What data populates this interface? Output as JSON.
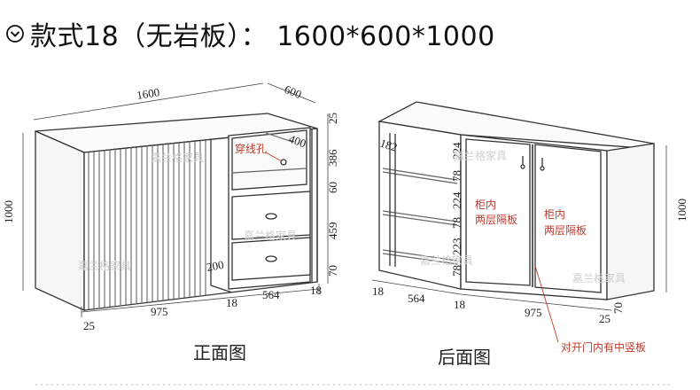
{
  "title": "款式18（无岩板）： 1600*600*1000",
  "watermark": "嘉兰格家具",
  "front_view": {
    "caption": "正面图",
    "dims": {
      "width": "1600",
      "depth": "600",
      "height": "1000",
      "top_25": "25",
      "d_400": "400",
      "h_386": "386",
      "h_60": "60",
      "h_459": "459",
      "h_70": "70",
      "h_18": "18",
      "w_200": "200",
      "w_18": "18",
      "w_564": "564",
      "w_975": "975",
      "w_25": "25"
    },
    "label_wire_hole": "穿线孔"
  },
  "back_view": {
    "caption": "后面图",
    "dims": {
      "d_182": "182",
      "h_224a": "224",
      "h_78a": "78",
      "h_224b": "224",
      "h_78b": "78",
      "h_223": "223",
      "h_78c": "78",
      "height": "1000",
      "w_18a": "18",
      "w_564": "564",
      "w_18b": "18",
      "w_975": "975",
      "w_25": "25",
      "h_70": "70"
    },
    "label_shelf_1": "柜内",
    "label_shelf_2": "两层隔板",
    "label_shelf_3": "柜内",
    "label_shelf_4": "两层隔板",
    "label_divider": "对开门内有中竖板"
  }
}
